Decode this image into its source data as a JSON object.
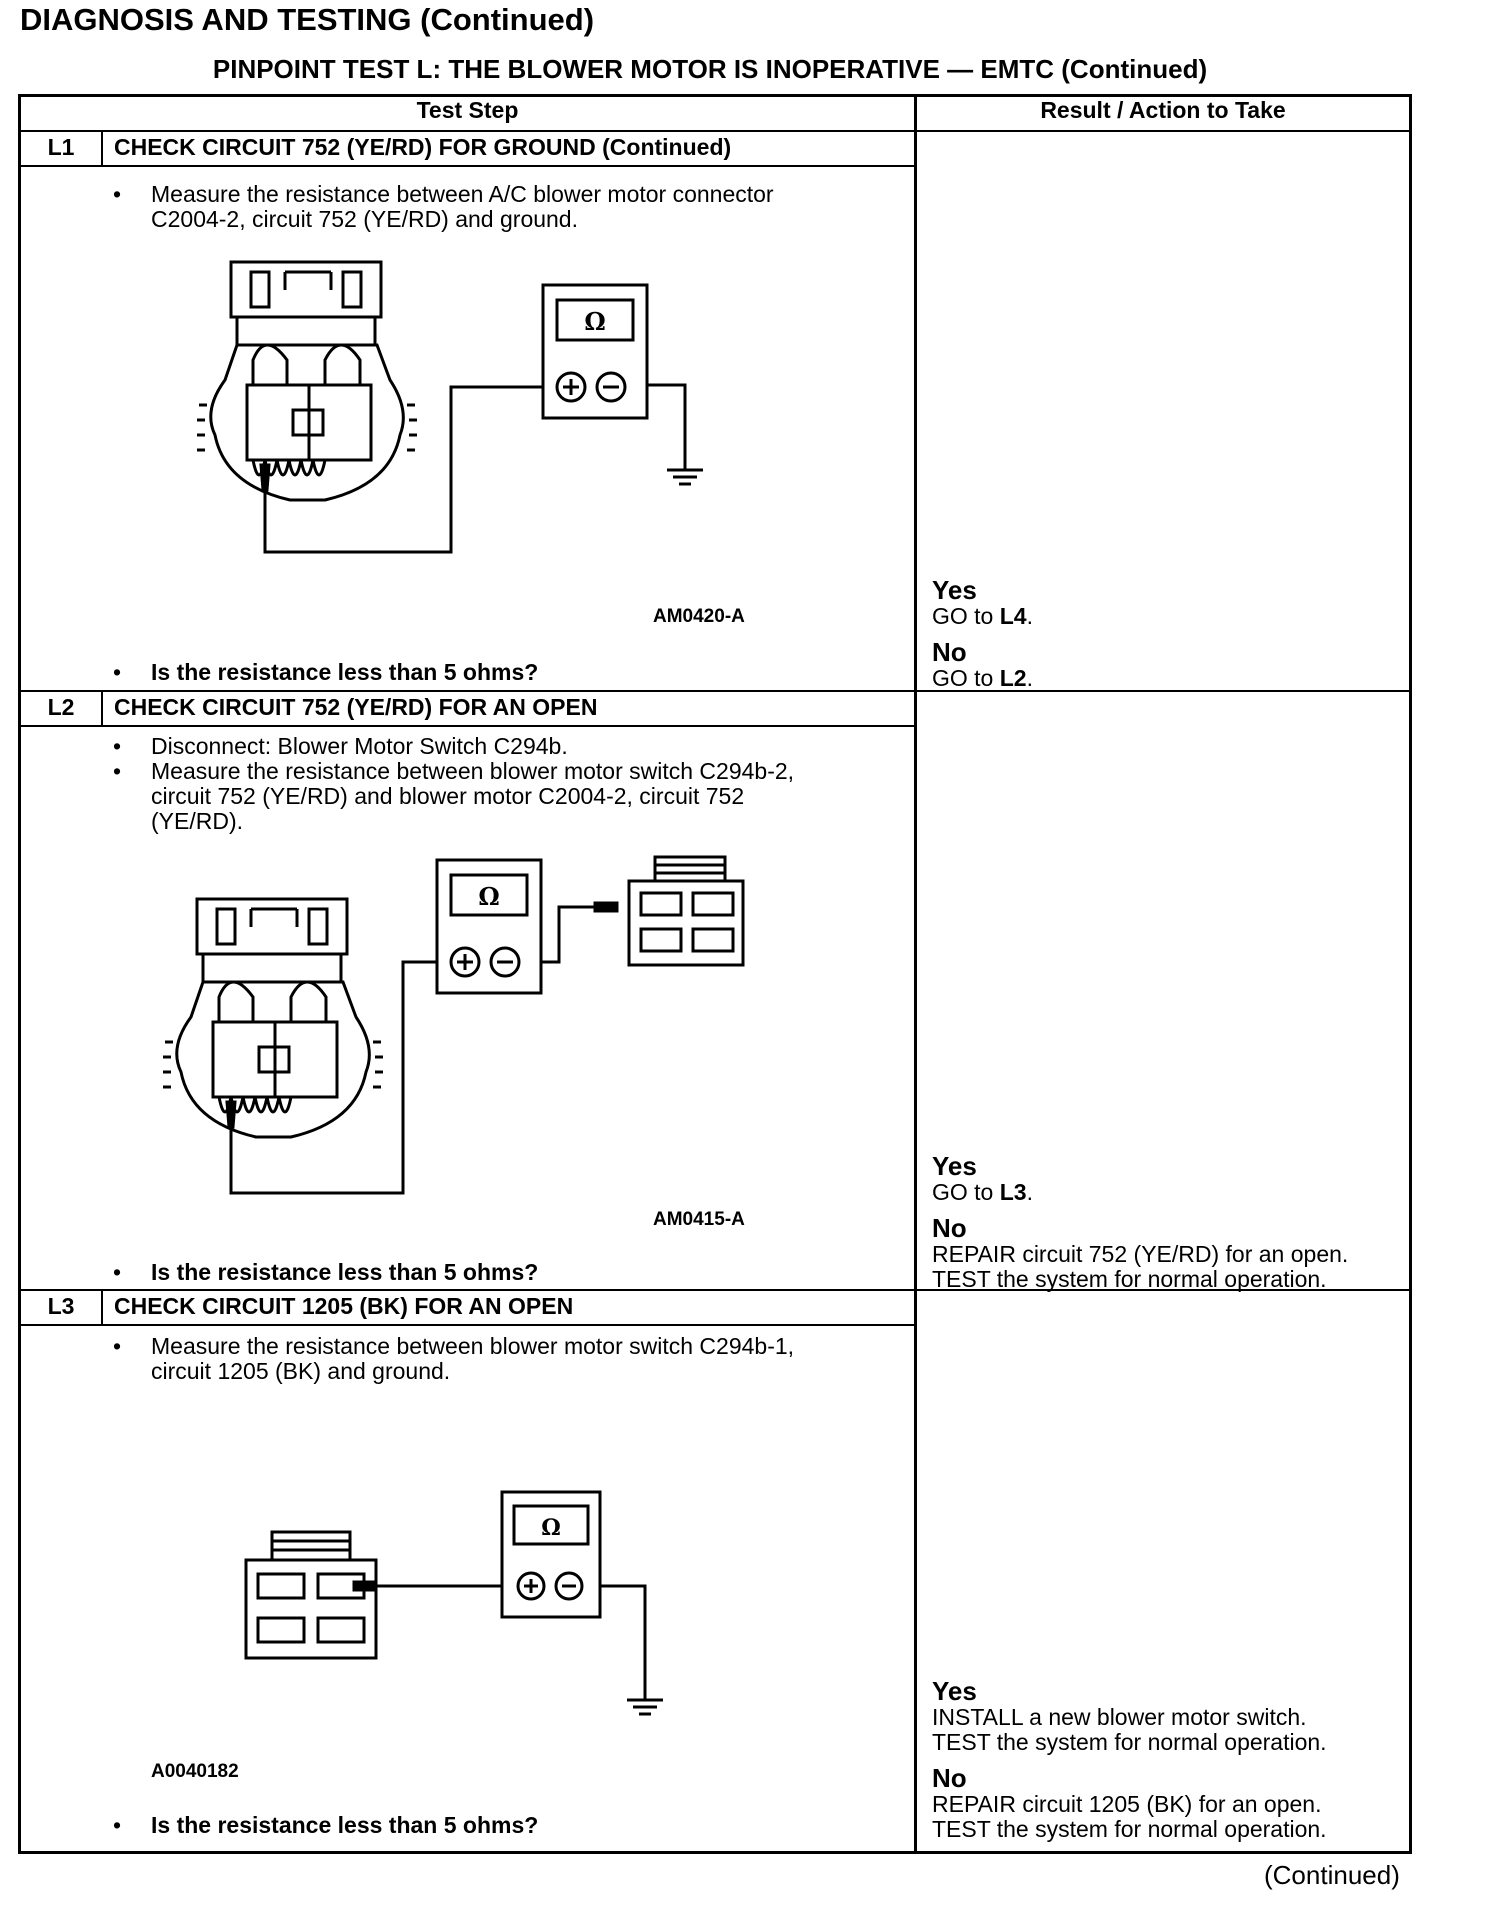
{
  "header": {
    "title": "DIAGNOSIS AND TESTING (Continued)",
    "subtitle": "PINPOINT TEST L: THE BLOWER MOTOR IS INOPERATIVE — EMTC (Continued)"
  },
  "table": {
    "col_test_step": "Test Step",
    "col_result": "Result / Action to Take",
    "steps": [
      {
        "id": "L1",
        "title": "CHECK CIRCUIT 752 (YE/RD) FOR GROUND (Continued)",
        "instructions": [
          [
            "Measure the resistance between A/C blower motor connector",
            "C2004-2, circuit 752 (YE/RD) and ground."
          ]
        ],
        "figure_label": "AM0420-A",
        "meter_symbol": "Ω",
        "question": "Is the resistance less than 5 ohms?",
        "yes_label": "Yes",
        "yes_action": [
          "GO to ",
          "L4",
          "."
        ],
        "no_label": "No",
        "no_action": [
          "GO to ",
          "L2",
          "."
        ]
      },
      {
        "id": "L2",
        "title": "CHECK CIRCUIT 752 (YE/RD) FOR AN OPEN",
        "instructions": [
          [
            "Disconnect: Blower Motor Switch C294b."
          ],
          [
            "Measure the resistance between blower motor switch C294b-2,",
            "circuit 752 (YE/RD) and blower motor C2004-2, circuit 752",
            "(YE/RD)."
          ]
        ],
        "figure_label": "AM0415-A",
        "meter_symbol": "Ω",
        "question": "Is the resistance less than 5 ohms?",
        "yes_label": "Yes",
        "yes_action": [
          "GO to ",
          "L3",
          "."
        ],
        "no_label": "No",
        "no_action_lines": [
          "REPAIR circuit 752 (YE/RD) for an open.",
          "TEST the system for normal operation."
        ]
      },
      {
        "id": "L3",
        "title": "CHECK CIRCUIT 1205 (BK) FOR AN OPEN",
        "instructions": [
          [
            "Measure the resistance between blower motor switch C294b-1,",
            "circuit 1205 (BK) and ground."
          ]
        ],
        "figure_label": "A0040182",
        "meter_symbol": "Ω",
        "question": "Is the resistance less than 5 ohms?",
        "yes_label": "Yes",
        "yes_action_lines": [
          "INSTALL a new blower motor switch.",
          "TEST the system for normal operation."
        ],
        "no_label": "No",
        "no_action_lines": [
          "REPAIR circuit 1205 (BK) for an open.",
          "TEST the system for normal operation."
        ]
      }
    ]
  },
  "footer": {
    "continued": "(Continued)"
  },
  "icons": {
    "bullet": "bullet-icon",
    "ground": "ground-symbol-icon",
    "ohmmeter": "ohmmeter-icon"
  }
}
